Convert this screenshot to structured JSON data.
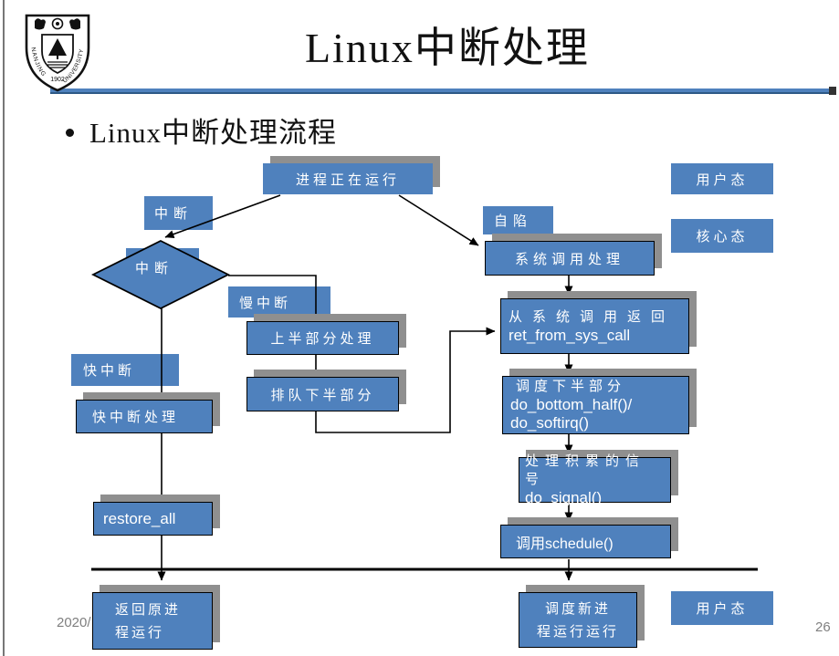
{
  "slide": {
    "title": "Linux中断处理",
    "bullet": "Linux中断处理流程",
    "footer_date": "2020/",
    "page_number": "26"
  },
  "logo": {
    "name": "nanjing-university-emblem",
    "left_arc": "NANJING",
    "right_arc": "UNIVERSITY",
    "year": "1902"
  },
  "colors": {
    "box_blue": "#4f81bd",
    "shadow_gray": "#8f8f8f",
    "line_black": "#000000",
    "accent_bar": "#4f81bd"
  },
  "flowchart": {
    "labels": {
      "interrupt_top": "中断",
      "trap": "自陷",
      "user_state_top": "用户态",
      "kernel_state": "核心态",
      "slow_interrupt": "慢中断",
      "fast_interrupt": "快中断",
      "user_state_bottom": "用户态",
      "diamond": "中断"
    },
    "nodes": {
      "running": "进程正在运行",
      "syscall": "系统调用处理",
      "top_half": "上半部分处理",
      "queue_bottom_half": "排队下半部分",
      "fast_handler": "快中断处理",
      "ret_line1": "从系统调用返回",
      "ret_line2": "ret_from_sys_call",
      "dispatch_line1": "调度下半部分",
      "dispatch_line2": "do_bottom_half()/",
      "dispatch_line3": "do_softirq()",
      "signal_line1": "处理积累的信号",
      "signal_line2": "do_signal()",
      "schedule": "调用schedule()",
      "restore": "restore_all",
      "return_line1": "返回原进",
      "return_line2": "程运行",
      "sched_new_line1": "调度新进",
      "sched_new_line2": "程运行运行"
    }
  }
}
